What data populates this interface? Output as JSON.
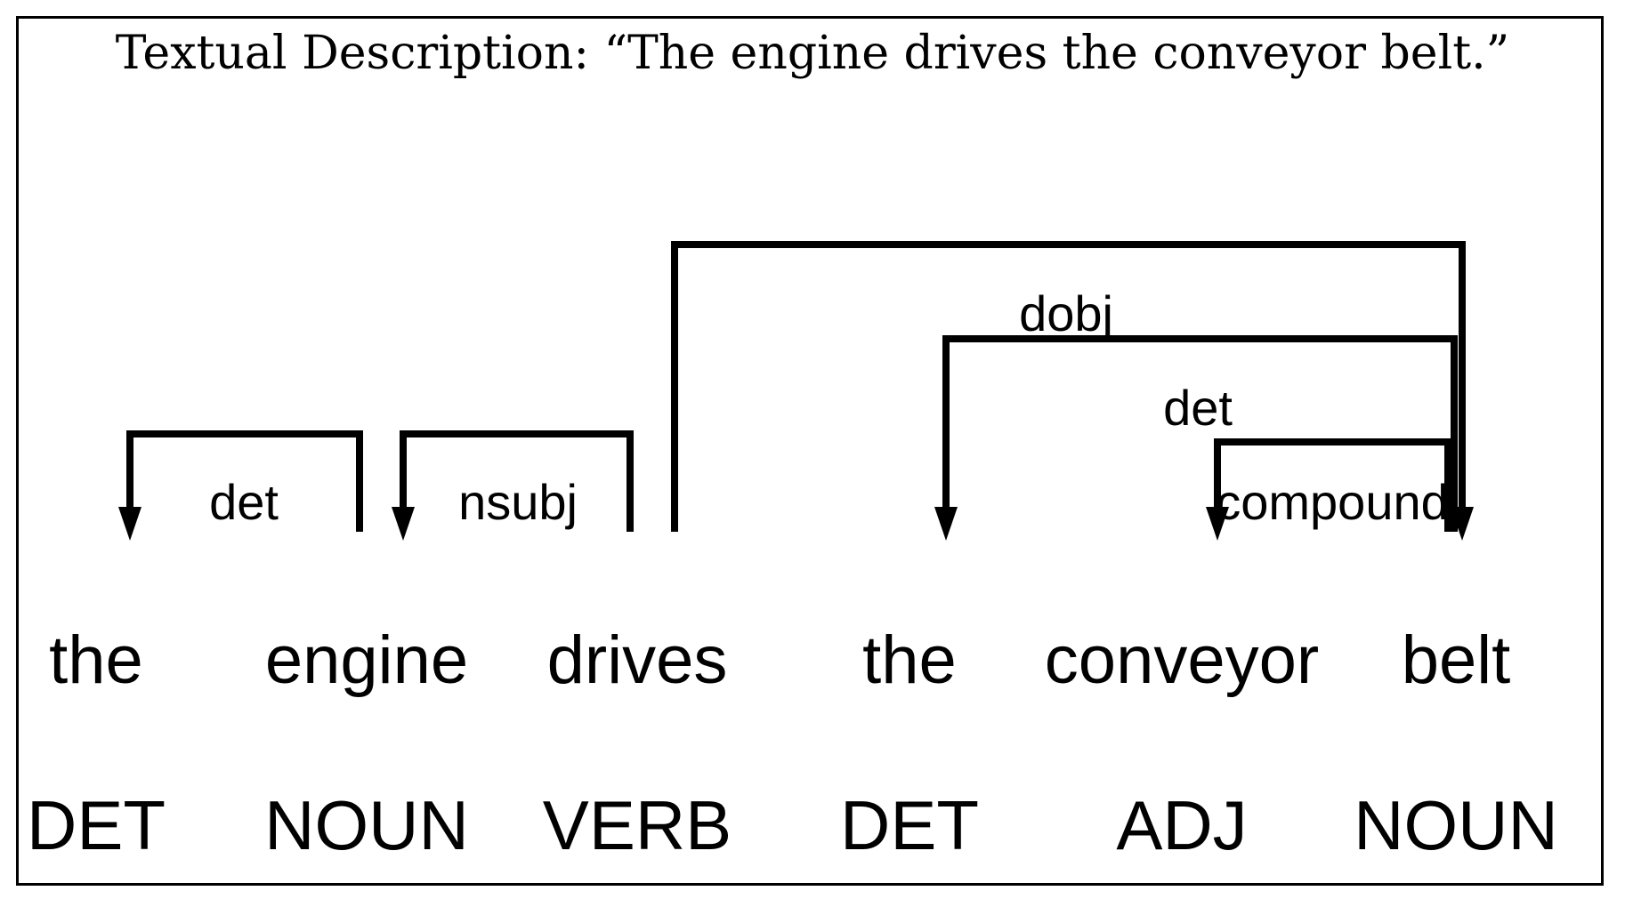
{
  "caption": "Textual Description: “The engine drives the conveyor belt.”",
  "tokens": [
    {
      "word": "the",
      "pos": "DET"
    },
    {
      "word": "engine",
      "pos": "NOUN"
    },
    {
      "word": "drives",
      "pos": "VERB"
    },
    {
      "word": "the",
      "pos": "DET"
    },
    {
      "word": "conveyor",
      "pos": "ADJ"
    },
    {
      "word": "belt",
      "pos": "NOUN"
    }
  ],
  "arcs": [
    {
      "label": "det",
      "head": 1,
      "dep": 0
    },
    {
      "label": "nsubj",
      "head": 2,
      "dep": 1
    },
    {
      "label": "dobj",
      "head": 2,
      "dep": 5
    },
    {
      "label": "det",
      "head": 5,
      "dep": 3
    },
    {
      "label": "compound",
      "head": 5,
      "dep": 4
    }
  ]
}
